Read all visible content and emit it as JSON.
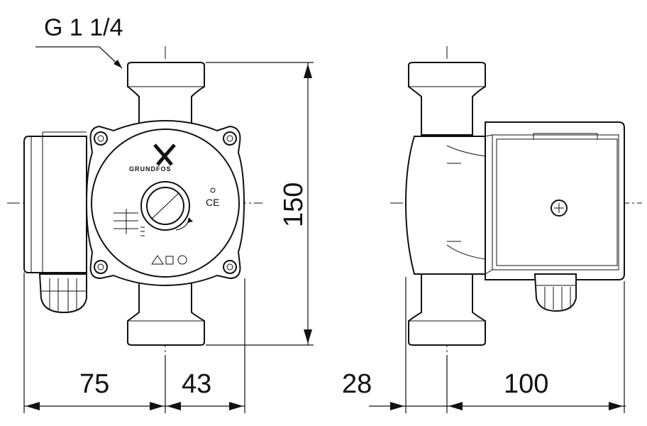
{
  "labels": {
    "thread": "G 1 1/4",
    "brand": "GRUNDFOS",
    "ce_mark": "CE",
    "dim_height": "150",
    "dim_left_width": "75",
    "dim_left_center": "43",
    "dim_side_pipe": "28",
    "dim_side_motor": "100"
  }
}
